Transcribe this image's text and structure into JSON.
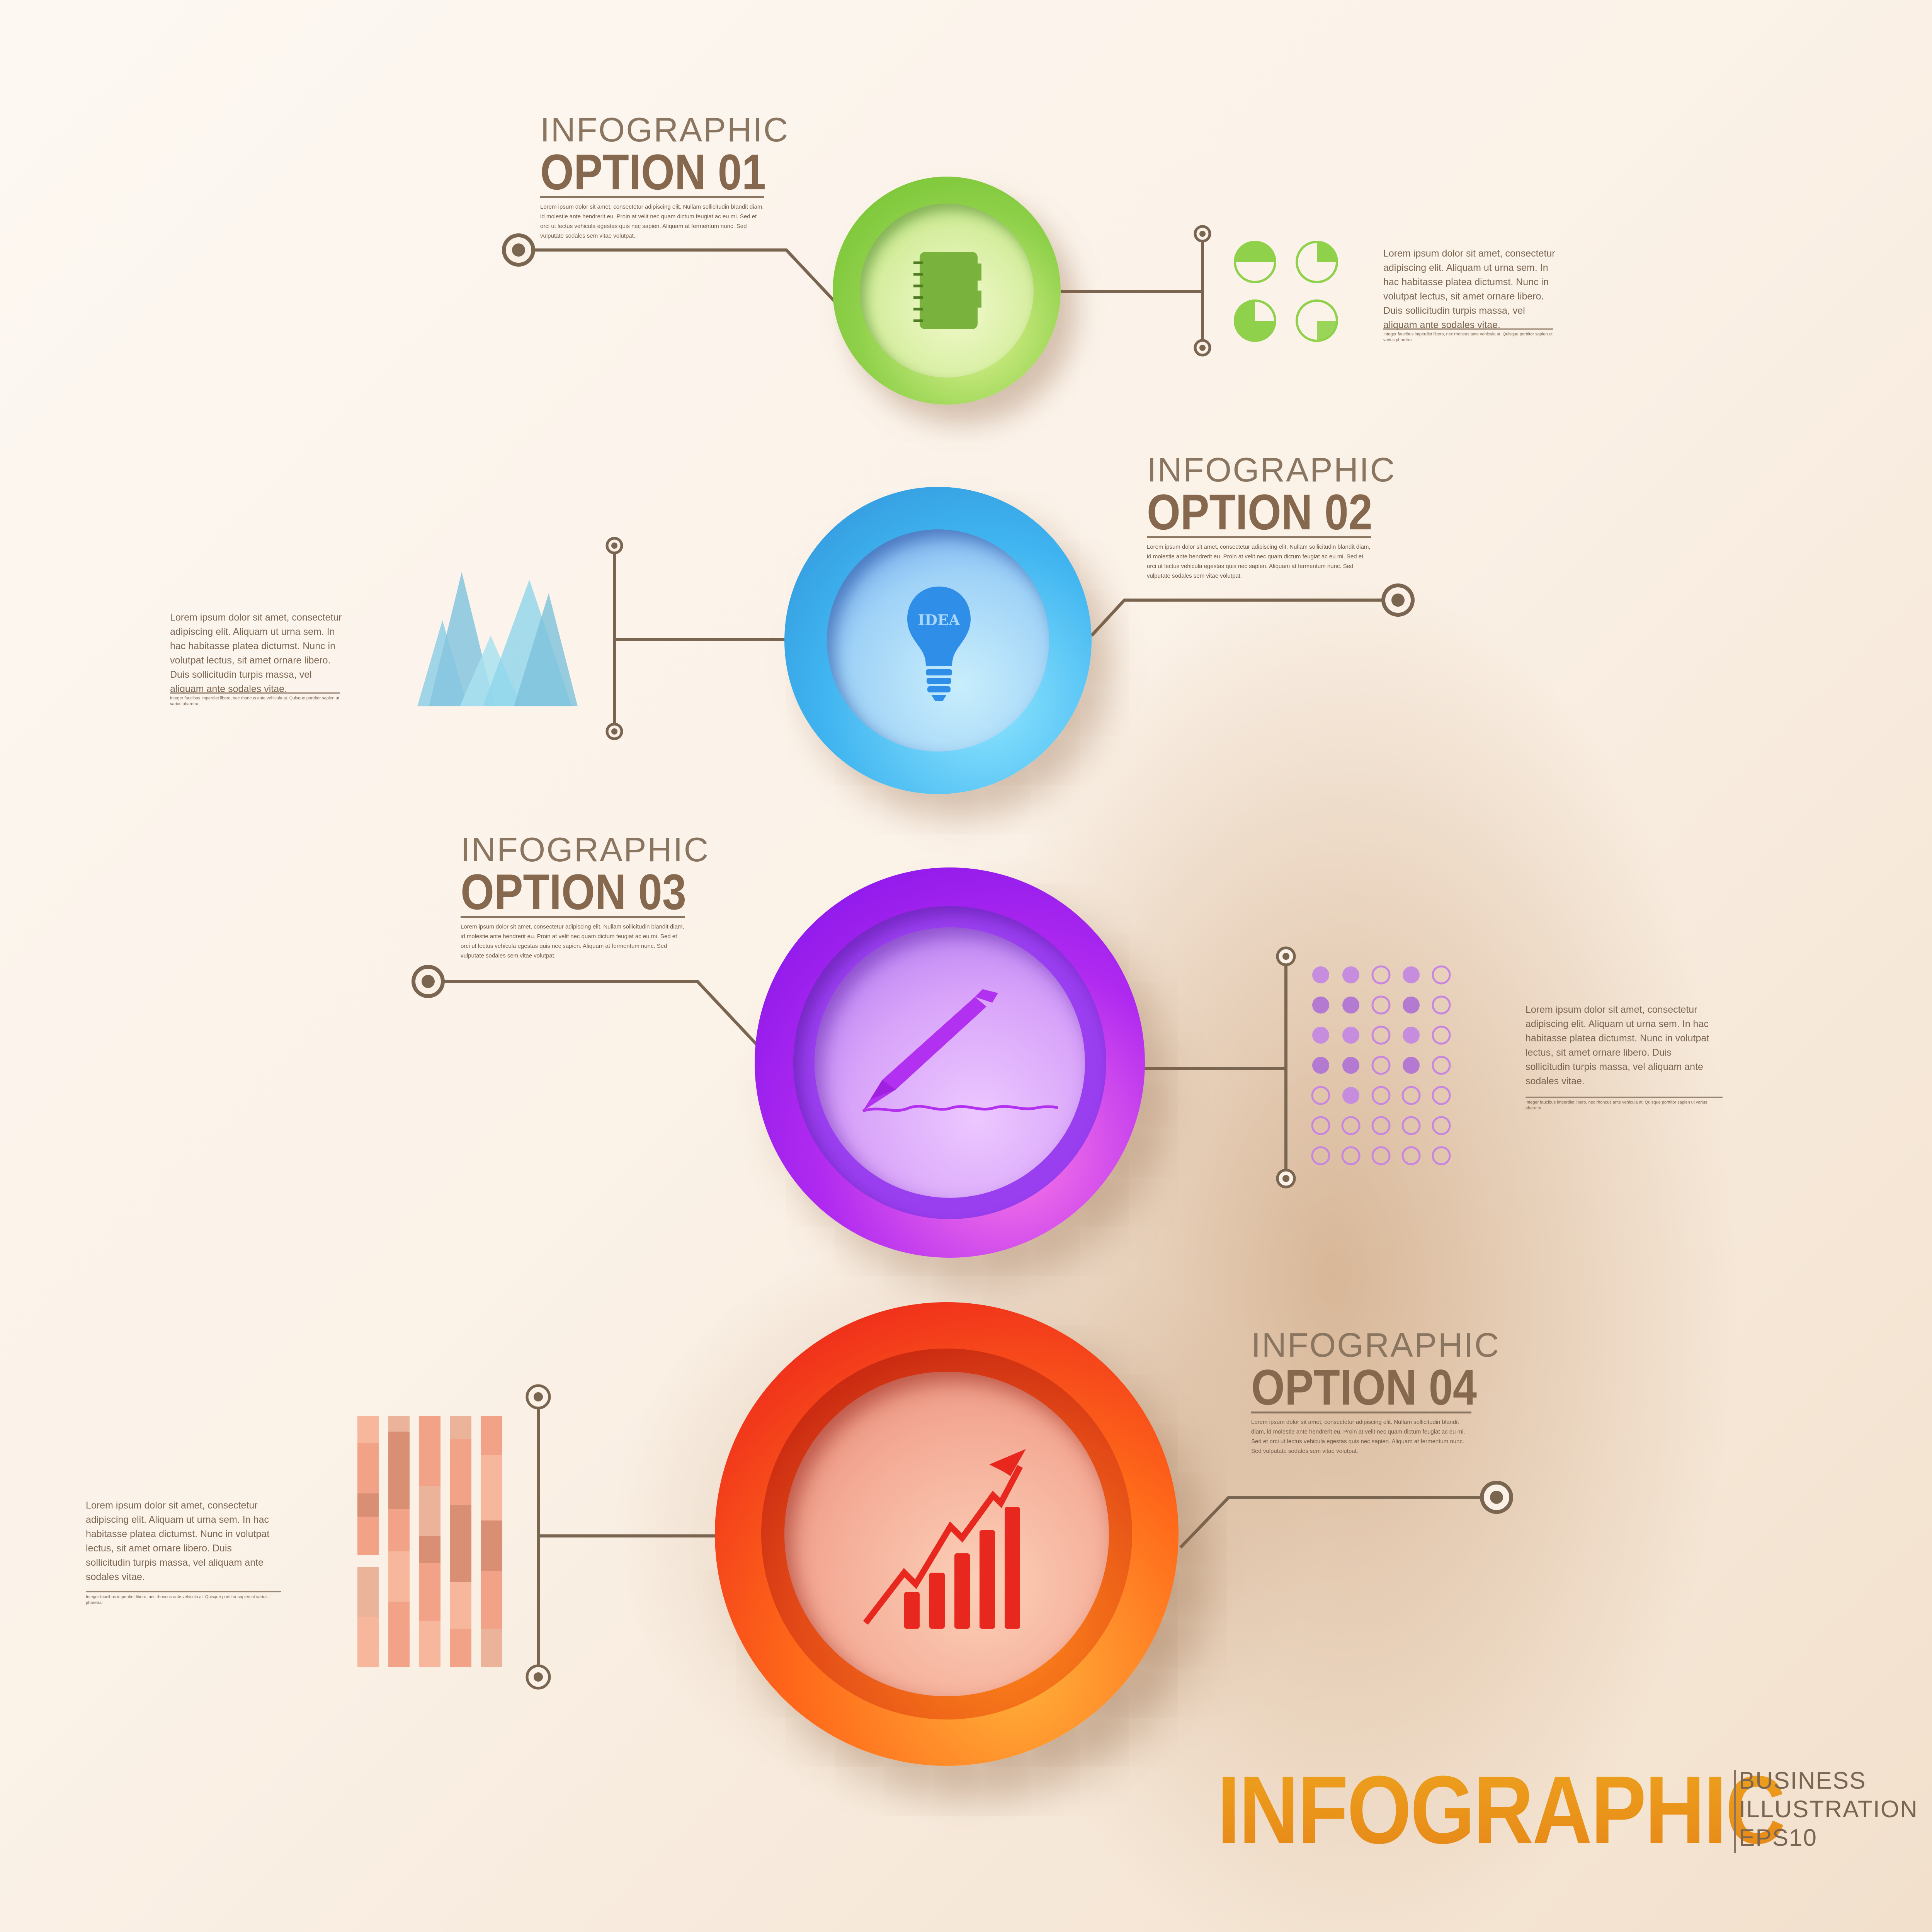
{
  "options": [
    {
      "sub": "INFOGRAPHIC",
      "title": "OPTION 01",
      "body": "Lorem ipsum dolor sit amet, consectetur adipiscing elit. Nullam sollicitudin blandit diam, id molestie ante hendrerit eu. Proin at velit nec quam dictum feugiat ac eu mi. Sed et orci ut lectus vehicula egestas quis nec sapien. Aliquam at fermentum nunc. Sed vulputate sodales sem vitae volutpat.",
      "side_text": "Lorem ipsum dolor sit amet, consectetur adipiscing elit. Aliquam ut urna sem. In hac habitasse platea dictumst. Nunc in volutpat lectus, sit amet ornare libero. Duis sollicitudin turpis massa, vel aliquam ante sodales vitae.",
      "side_fine": "Integer faucibus imperdiet libero, nec rhoncus ante vehicula at. Quisque porttitor sapien ut varius pharetra.",
      "ring_color": "#8fd14a",
      "icon": "notebook-icon"
    },
    {
      "sub": "INFOGRAPHIC",
      "title": "OPTION 02",
      "body": "Lorem ipsum dolor sit amet, consectetur adipiscing elit. Nullam sollicitudin blandit diam, id molestie ante hendrerit eu. Proin at velit nec quam dictum feugiat ac eu mi. Sed et orci ut lectus vehicula egestas quis nec sapien. Aliquam at fermentum nunc. Sed vulputate sodales sem vitae volutpat.",
      "side_text": "Lorem ipsum dolor sit amet, consectetur adipiscing elit. Aliquam ut urna sem. In hac habitasse platea dictumst. Nunc in volutpat lectus, sit amet ornare libero. Duis sollicitudin turpis massa, vel aliquam ante sodales vitae.",
      "side_fine": "Integer faucibus imperdiet libero, nec rhoncus ante vehicula at. Quisque porttitor sapien ut varius pharetra.",
      "ring_color": "#3fb4f0",
      "icon": "idea-bulb-icon",
      "icon_text": "IDEA"
    },
    {
      "sub": "INFOGRAPHIC",
      "title": "OPTION 03",
      "body": "Lorem ipsum dolor sit amet, consectetur adipiscing elit. Nullam sollicitudin blandit diam, id molestie ante hendrerit eu. Proin at velit nec quam dictum feugiat ac eu mi. Sed et orci ut lectus vehicula egestas quis nec sapien. Aliquam at fermentum nunc. Sed vulputate sodales sem vitae volutpat.",
      "side_text": "Lorem ipsum dolor sit amet, consectetur adipiscing elit. Aliquam ut urna sem. In hac habitasse platea dictumst. Nunc in volutpat lectus, sit amet ornare libero. Duis sollicitudin turpis massa, vel aliquam ante sodales vitae.",
      "side_fine": "Integer faucibus imperdiet libero, nec rhoncus ante vehicula at. Quisque porttitor sapien ut varius pharetra.",
      "ring_color": "#9b22f0",
      "icon": "pen-signature-icon"
    },
    {
      "sub": "INFOGRAPHIC",
      "title": "OPTION 04",
      "body": "Lorem ipsum dolor sit amet, consectetur adipiscing elit. Nullam sollicitudin blandit diam, id molestie ante hendrerit eu. Proin at velit nec quam dictum feugiat ac eu mi. Sed et orci ut lectus vehicula egestas quis nec sapien. Aliquam at fermentum nunc. Sed vulputate sodales sem vitae volutpat.",
      "side_text": "Lorem ipsum dolor sit amet, consectetur adipiscing elit. Aliquam ut urna sem. In hac habitasse platea dictumst. Nunc in volutpat lectus, sit amet ornare libero. Duis sollicitudin turpis massa, vel aliquam ante sodales vitae.",
      "side_fine": "Integer faucibus imperdiet libero, nec rhoncus ante vehicula at. Quisque porttitor sapien ut varius pharetra.",
      "ring_color": "#f0441c",
      "icon": "growth-chart-icon"
    }
  ],
  "footer": {
    "title": "INFOGRAPHIC",
    "line1": "BUSINESS",
    "line2": "ILLUSTRATION",
    "line3": "EPS10"
  },
  "colors": {
    "accent": "#f19f17",
    "text": "#85684d",
    "line": "#7a6551"
  }
}
